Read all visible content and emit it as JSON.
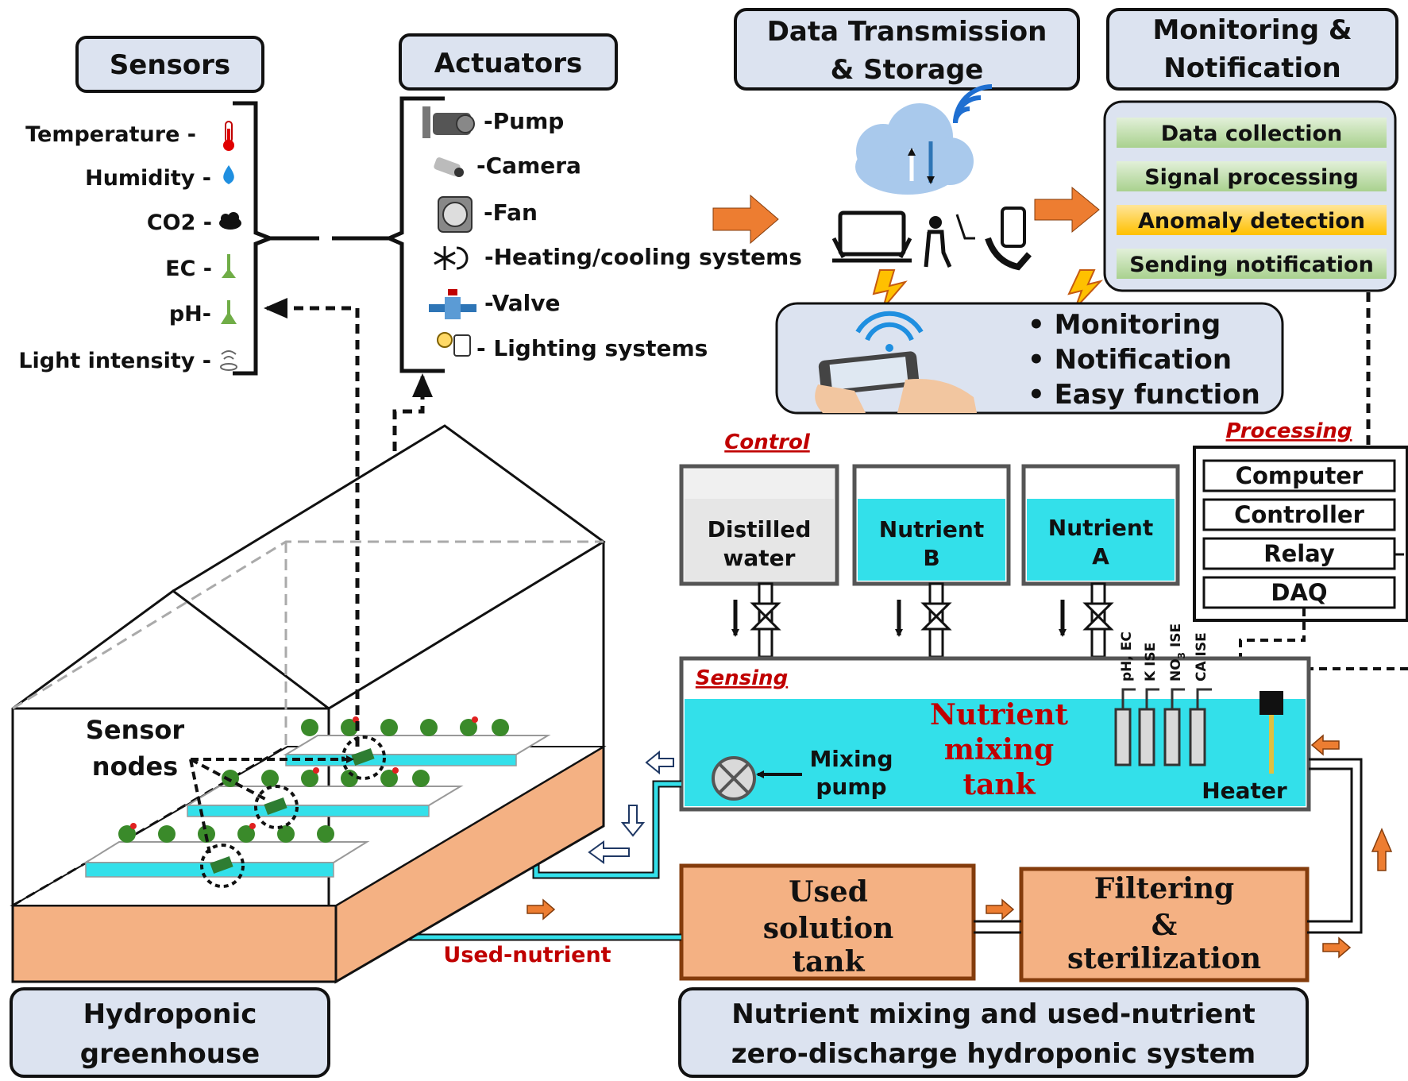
{
  "headers": {
    "sensors": "Sensors",
    "actuators": "Actuators",
    "transmission_line1": "Data Transmission",
    "transmission_line2": "& Storage",
    "monitoring_line1": "Monitoring  &",
    "monitoring_line2": "Notification",
    "greenhouse_line1": "Hydroponic",
    "greenhouse_line2": "greenhouse",
    "system_line1": "Nutrient  mixing and used-nutrient",
    "system_line2": "zero-discharge  hydroponic system"
  },
  "sensors": [
    {
      "label": "Temperature -",
      "icon": "thermometer-icon"
    },
    {
      "label": "Humidity -",
      "icon": "water-drop-icon"
    },
    {
      "label": "CO2 -",
      "icon": "co2-cloud-icon"
    },
    {
      "label": "EC -",
      "icon": "ec-probe-icon"
    },
    {
      "label": "pH-",
      "icon": "ph-probe-icon"
    },
    {
      "label": "Light intensity -",
      "icon": "light-sensor-icon"
    }
  ],
  "actuators": [
    {
      "label": "-Pump",
      "icon": "pump-icon"
    },
    {
      "label": "-Camera",
      "icon": "camera-icon"
    },
    {
      "label": "-Fan",
      "icon": "fan-icon"
    },
    {
      "label": "-Heating/cooling systems",
      "icon": "heating-cooling-icon"
    },
    {
      "label": "-Valve",
      "icon": "valve-icon"
    },
    {
      "label": "- Lighting systems",
      "icon": "lighting-icon"
    }
  ],
  "monitoring_steps": [
    {
      "label": "Data collection",
      "color": "#c5e0b4"
    },
    {
      "label": "Signal processing",
      "color": "#c5e0b4"
    },
    {
      "label": "Anomaly detection",
      "color": "#ffd966"
    },
    {
      "label": "Sending notification",
      "color": "#c5e0b4"
    }
  ],
  "app_features": [
    "• Monitoring",
    "• Notification",
    "• Easy function"
  ],
  "labels": {
    "control": "Control",
    "processing": "Processing",
    "sensing": "Sensing",
    "sensor_nodes_line1": "Sensor",
    "sensor_nodes_line2": "nodes",
    "used_nutrient": "Used-nutrient",
    "mixing_pump_line1": "Mixing",
    "mixing_pump_line2": "pump",
    "heater": "Heater",
    "mixing_tank_line1": "Nutrient",
    "mixing_tank_line2": "mixing",
    "mixing_tank_line3": "tank",
    "used_tank_line1": "Used",
    "used_tank_line2": "solution",
    "used_tank_line3": "tank",
    "filter_line1": "Filtering",
    "filter_line2": "&",
    "filter_line3": "sterilization"
  },
  "tanks": [
    {
      "line1": "Distilled",
      "line2": "water",
      "fill": "#f0f0f0"
    },
    {
      "line1": "Nutrient",
      "line2": "B",
      "fill": "#33e0ea"
    },
    {
      "line1": "Nutrient",
      "line2": "A",
      "fill": "#33e0ea"
    }
  ],
  "processing_items": [
    "Computer",
    "Controller",
    "Relay",
    "DAQ"
  ],
  "probes": [
    {
      "line1": "pH, EC",
      "line2": ""
    },
    {
      "line1": "K ISE",
      "line2": ""
    },
    {
      "line1": "NO",
      "line2": "3",
      "line3": " ISE"
    },
    {
      "line1": "CA ISE",
      "line2": ""
    }
  ],
  "colors": {
    "header_box": "#dce3f0",
    "water": "#33e0ea",
    "orange_box": "#f4b183",
    "arrow_orange": "#ed7d31",
    "label_red": "#c00000",
    "cloud": "#a9c9ec",
    "wifi": "#1f6fd1"
  }
}
